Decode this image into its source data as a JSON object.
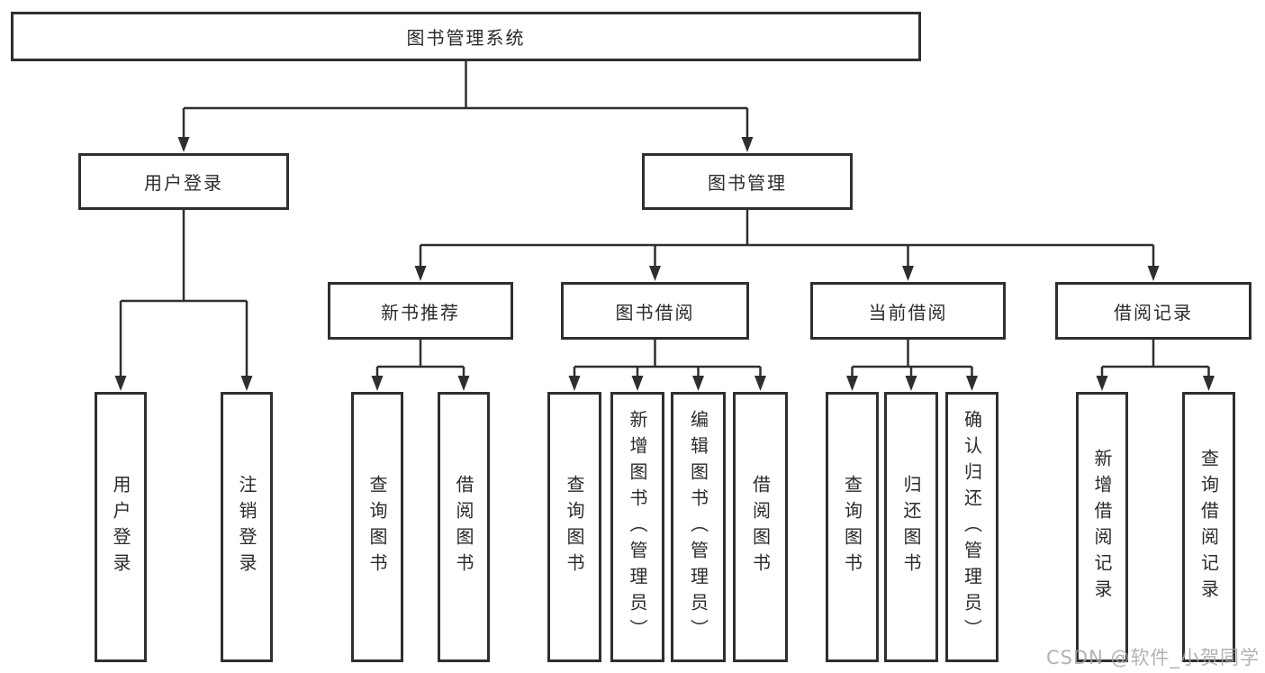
{
  "tree": {
    "root": {
      "label": "图书管理系统"
    },
    "branches": [
      {
        "label": "用户登录",
        "children": [
          {
            "label": "用户登录"
          },
          {
            "label": "注销登录"
          }
        ]
      },
      {
        "label": "图书管理",
        "children": [
          {
            "label": "新书推荐",
            "children": [
              {
                "label": "查询图书"
              },
              {
                "label": "借阅图书"
              }
            ]
          },
          {
            "label": "图书借阅",
            "children": [
              {
                "label": "查询图书"
              },
              {
                "label": "新增图书（管理员）"
              },
              {
                "label": "编辑图书（管理员）"
              },
              {
                "label": "借阅图书"
              }
            ]
          },
          {
            "label": "当前借阅",
            "children": [
              {
                "label": "查询图书"
              },
              {
                "label": "归还图书"
              },
              {
                "label": "确认归还（管理员）"
              }
            ]
          },
          {
            "label": "借阅记录",
            "children": [
              {
                "label": "新增借阅记录"
              },
              {
                "label": "查询借阅记录"
              }
            ]
          }
        ]
      }
    ]
  },
  "watermark": {
    "text": "CSDN @软件_小贺同学"
  },
  "colors": {
    "line": "#2f2f2f",
    "box_border": "#2f2f2f",
    "box_fill": "#ffffff",
    "text": "#2b2b2b",
    "watermark": "#a5a5a5",
    "background": "#ffffff"
  }
}
